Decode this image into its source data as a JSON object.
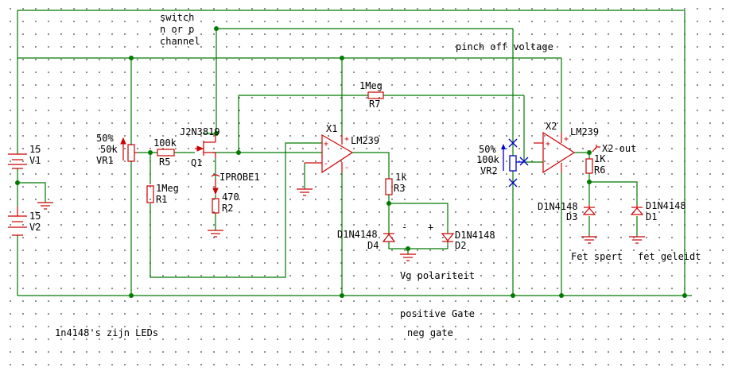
{
  "labels": {
    "switch_line1": "switch",
    "switch_line2": "n or p",
    "switch_line3": "channel",
    "pinch_off": "pinch off voltage",
    "vg_polariteit": "Vg polariteit",
    "positive_gate": "positive Gate",
    "neg_gate": "neg gate",
    "leds_note": "1n4148's zijn LEDs",
    "fet_spert": "Fet spert",
    "fet_geleidt": "fet geleidt",
    "minus": "-",
    "plus": "+"
  },
  "components": {
    "v1": {
      "name": "V1",
      "value": "15"
    },
    "v2": {
      "name": "V2",
      "value": "15"
    },
    "vr1": {
      "name": "VR1",
      "percent": "50%",
      "value": "50k"
    },
    "vr2": {
      "name": "VR2",
      "percent": "50%",
      "value": "100k"
    },
    "r5": {
      "name": "R5",
      "value": "100k"
    },
    "r1": {
      "name": "R1",
      "value": "1Meg"
    },
    "r7": {
      "name": "R7",
      "value": "1Meg"
    },
    "r2": {
      "name": "R2",
      "value": "470"
    },
    "r3": {
      "name": "R3",
      "value": "1k"
    },
    "r6": {
      "name": "R6",
      "value": "1K"
    },
    "q1": {
      "name": "Q1",
      "model": "J2N3819"
    },
    "iprobe": {
      "name": "IPROBE1"
    },
    "x1": {
      "name": "X1",
      "model": "LM239"
    },
    "x2": {
      "name": "X2",
      "model": "LM239"
    },
    "d4": {
      "name": "D4",
      "model": "D1N4148"
    },
    "d2": {
      "name": "D2",
      "model": "D1N4148"
    },
    "d3": {
      "name": "D3",
      "model": "D1N4148"
    },
    "d1": {
      "name": "D1",
      "model": "D1N4148"
    },
    "x2out": {
      "name": "X2-out"
    }
  },
  "colors": {
    "wire": "#007a00",
    "component": "#cc0000",
    "switch_marker": "#0000cc",
    "text": "#000000",
    "grid": "#6f6f6f"
  }
}
